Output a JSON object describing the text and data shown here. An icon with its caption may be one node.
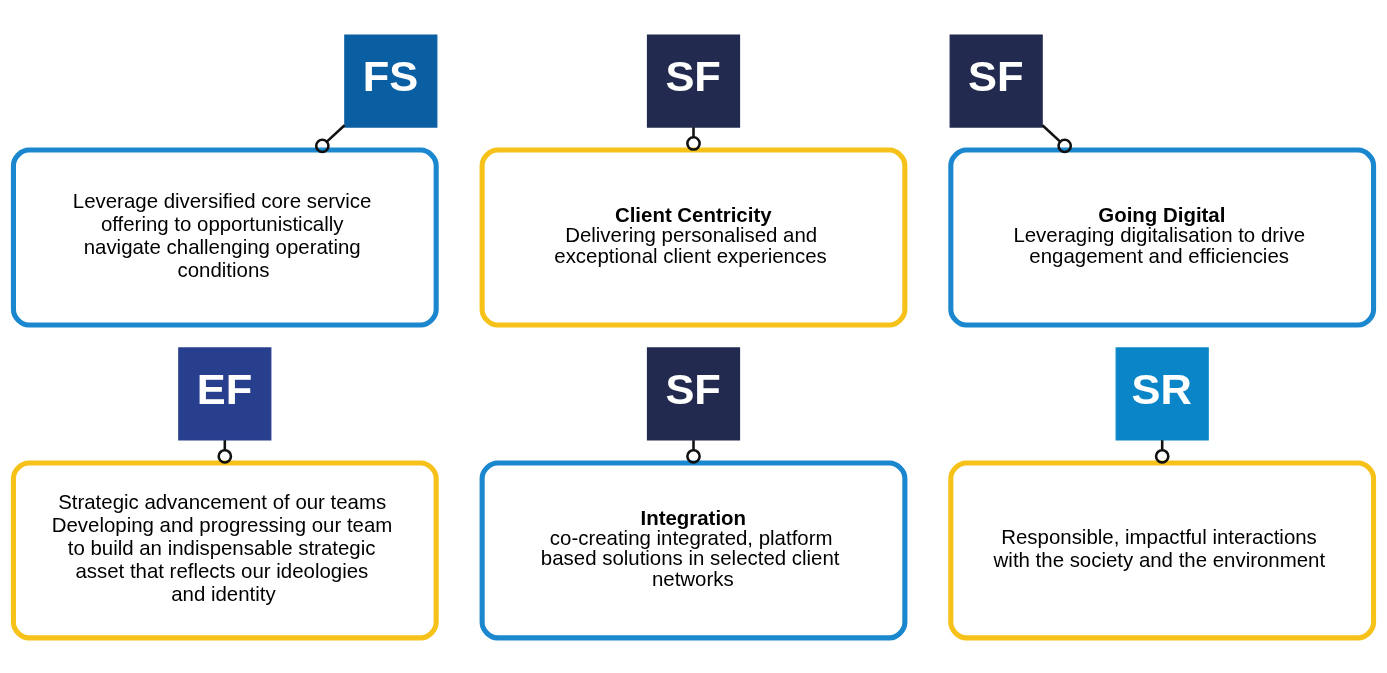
{
  "diagram": {
    "nodes": [
      {
        "text": [
          "FS"
        ]
      },
      {
        "text": [
          "SF"
        ]
      },
      {
        "text": [
          "SF"
        ]
      },
      {
        "text": [
          "Leverage diversified core service offering to opportunistically navigate challenging operating conditions"
        ]
      },
      {
        "text": [
          "Client Centricity",
          "Delivering personalised and exceptional client experiences"
        ]
      },
      {
        "text": [
          "Going Digital",
          "Leveraging digitalisation to drive engagement and efficiencies"
        ]
      },
      {
        "text": [
          "EF"
        ]
      },
      {
        "text": [
          "SF"
        ]
      },
      {
        "text": [
          "SR"
        ]
      },
      {
        "text": [
          "Strategic advancement of our teams",
          "Developing and progressing our team to build an indispensable strategic asset that reflects our ideologies and identity"
        ]
      },
      {
        "text": [
          "Integration",
          "co-creating integrated, platform based solutions in selected client networks"
        ]
      },
      {
        "text": [
          "Responsible, impactful interactions with the society and the environment"
        ]
      }
    ],
    "edges": [
      {
        "from": 0,
        "to": 3,
        "arrow": "other"
      },
      {
        "from": 1,
        "to": 4,
        "arrow": "other"
      },
      {
        "from": 2,
        "to": 5,
        "arrow": "other"
      },
      {
        "from": 6,
        "to": 9,
        "arrow": "other"
      },
      {
        "from": 7,
        "to": 10,
        "arrow": "other"
      },
      {
        "from": 8,
        "to": 11,
        "arrow": "other"
      }
    ]
  }
}
